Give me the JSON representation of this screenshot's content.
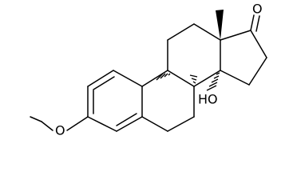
{
  "molecule": {
    "atom_labels": {
      "carbonyl_oxygen": "O",
      "methoxy_oxygen": "O",
      "hydroxyl": "HO"
    },
    "colors": {
      "bond": "#000000",
      "background": "#ffffff"
    },
    "stereo_marks": [
      "wedge-c13-methyl",
      "hash-c8-h",
      "hash-c9-h",
      "hash-c14-oh"
    ]
  }
}
